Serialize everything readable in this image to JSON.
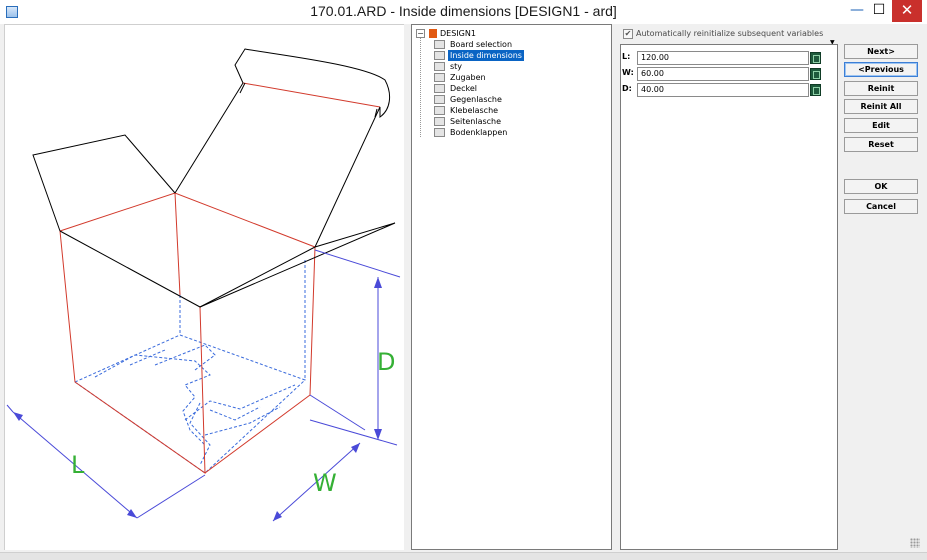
{
  "window": {
    "title": "170.01.ARD - Inside dimensions [DESIGN1 - ard]",
    "controls": {
      "minimize": "—",
      "maximize": "☐",
      "close": "✕"
    }
  },
  "drawing": {
    "dimension_labels": {
      "length": "L",
      "width": "W",
      "depth": "D"
    },
    "colors": {
      "fold": "#d23a2c",
      "cut": "#000000",
      "hidden": "#3a6bdc",
      "dimension_line": "#4a4ad8",
      "dimension_text": "#35b035"
    }
  },
  "tree": {
    "root": {
      "label": "DESIGN1",
      "expander": "−",
      "icon": "design-icon"
    },
    "items": [
      {
        "label": "Board selection",
        "selected": false
      },
      {
        "label": "Inside dimensions",
        "selected": true
      },
      {
        "label": "sty",
        "selected": false
      },
      {
        "label": "Zugaben",
        "selected": false
      },
      {
        "label": "Deckel",
        "selected": false
      },
      {
        "label": "Gegenlasche",
        "selected": false
      },
      {
        "label": "Klebelasche",
        "selected": false
      },
      {
        "label": "Seitenlasche",
        "selected": false
      },
      {
        "label": "Bodenklappen",
        "selected": false
      }
    ]
  },
  "params": {
    "auto_reinit": {
      "label": "Automatically reinitialize subsequent variables",
      "checked": true,
      "mark": "✔"
    },
    "dropdown_glyph": "▼",
    "fields": [
      {
        "label": "L:",
        "value": "120.00"
      },
      {
        "label": "W:",
        "value": "60.00"
      },
      {
        "label": "D:",
        "value": "40.00"
      }
    ]
  },
  "buttons": {
    "next": "Next>",
    "previous": "<Previous",
    "reinit": "Reinit",
    "reinit_all": "Reinit All",
    "edit": "Edit",
    "reset": "Reset",
    "ok": "OK",
    "cancel": "Cancel"
  }
}
